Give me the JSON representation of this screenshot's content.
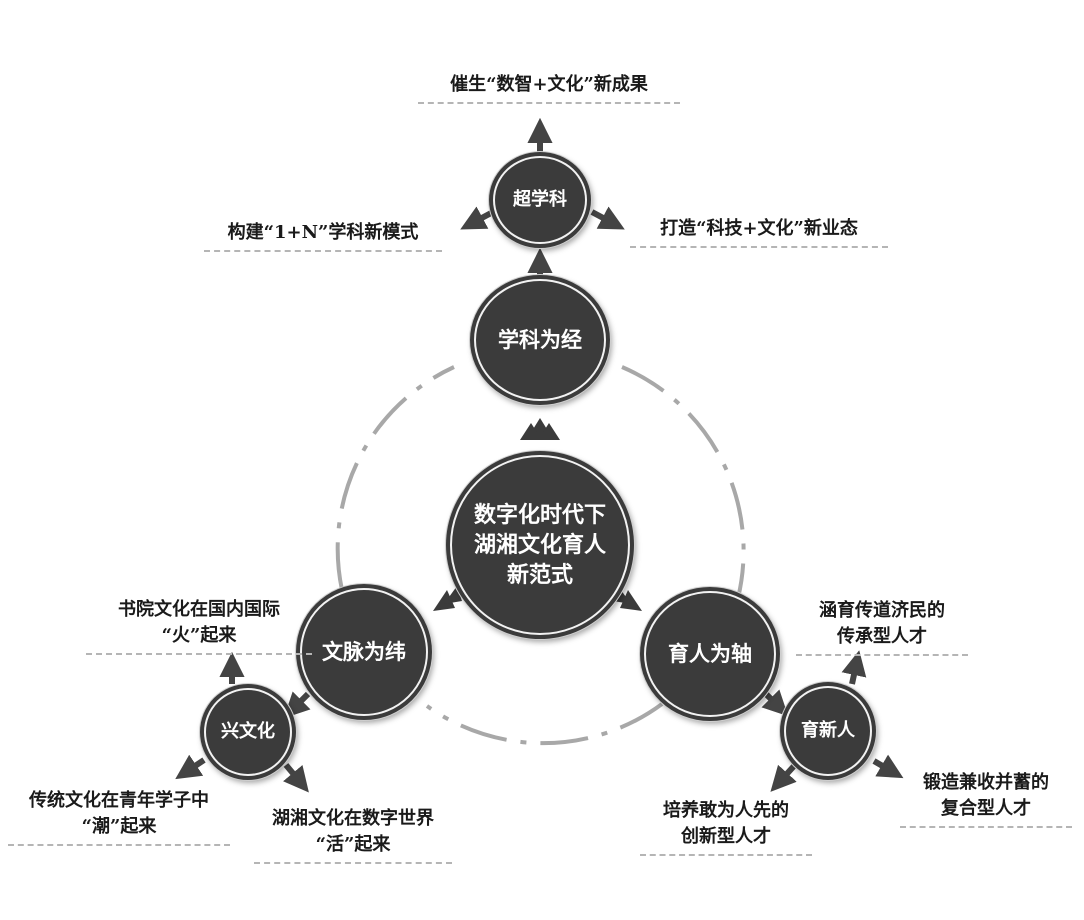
{
  "center": {
    "line1": "数字化时代下",
    "line2": "湖湘文化育人",
    "line3": "新范式"
  },
  "pillars": {
    "top": "学科为经",
    "left": "文脉为纬",
    "right": "育人为轴"
  },
  "subs": {
    "top": "超学科",
    "left": "兴文化",
    "right": "育新人"
  },
  "labels": {
    "top_up": "催生“数智+文化”新成果",
    "top_left": "构建“1+N”学科新模式",
    "top_right": "打造“科技+文化”新业态",
    "left_up_1": "书院文化在国内国际",
    "left_up_2": "“火”起来",
    "left_down_1": "传统文化在青年学子中",
    "left_down_2": "“潮”起来",
    "left_right_1": "湖湘文化在数字世界",
    "left_right_2": "“活”起来",
    "right_up_1": "涵育传道济民的",
    "right_up_2": "传承型人才",
    "right_down_1": "培养敢为人先的",
    "right_down_2": "创新型人才",
    "right_right_1": "锻造兼收并蓄的",
    "right_right_2": "复合型人才"
  },
  "colors": {
    "node_fill": "#3b3b3b",
    "arrow": "#444444",
    "dash_circle": "#a8a8a8"
  }
}
